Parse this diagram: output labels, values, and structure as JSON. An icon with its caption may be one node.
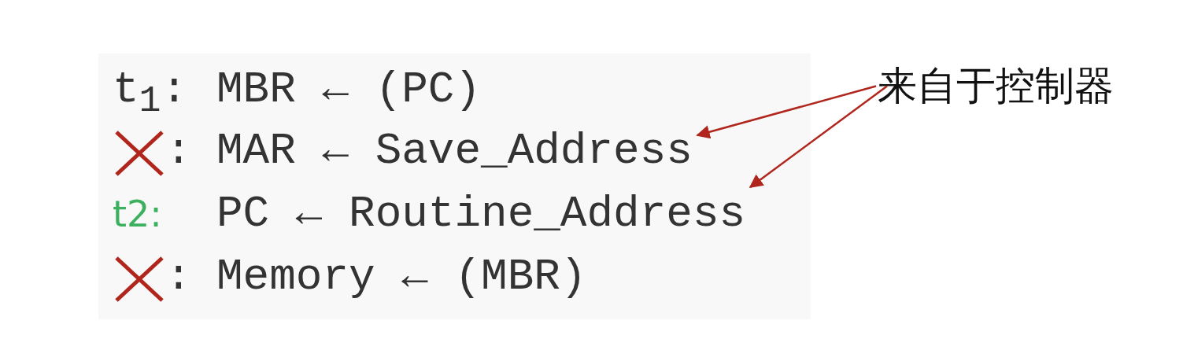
{
  "diagram": {
    "nodes": [
      {
        "text": [
          "来自于控制器"
        ]
      },
      {
        "text": [
          "MAR ← Save_Address"
        ]
      },
      {
        "text": [
          "PC ← Routine_Address"
        ]
      }
    ],
    "edges": [
      {
        "from": 0,
        "to": 1,
        "arrow": "to"
      },
      {
        "from": 0,
        "to": 2,
        "arrow": "to"
      }
    ],
    "labels": [
      "t$_{1}$:",
      "MBR ← (PC)",
      ":",
      "t2:",
      ":",
      "Memory ← (MBR)"
    ]
  }
}
